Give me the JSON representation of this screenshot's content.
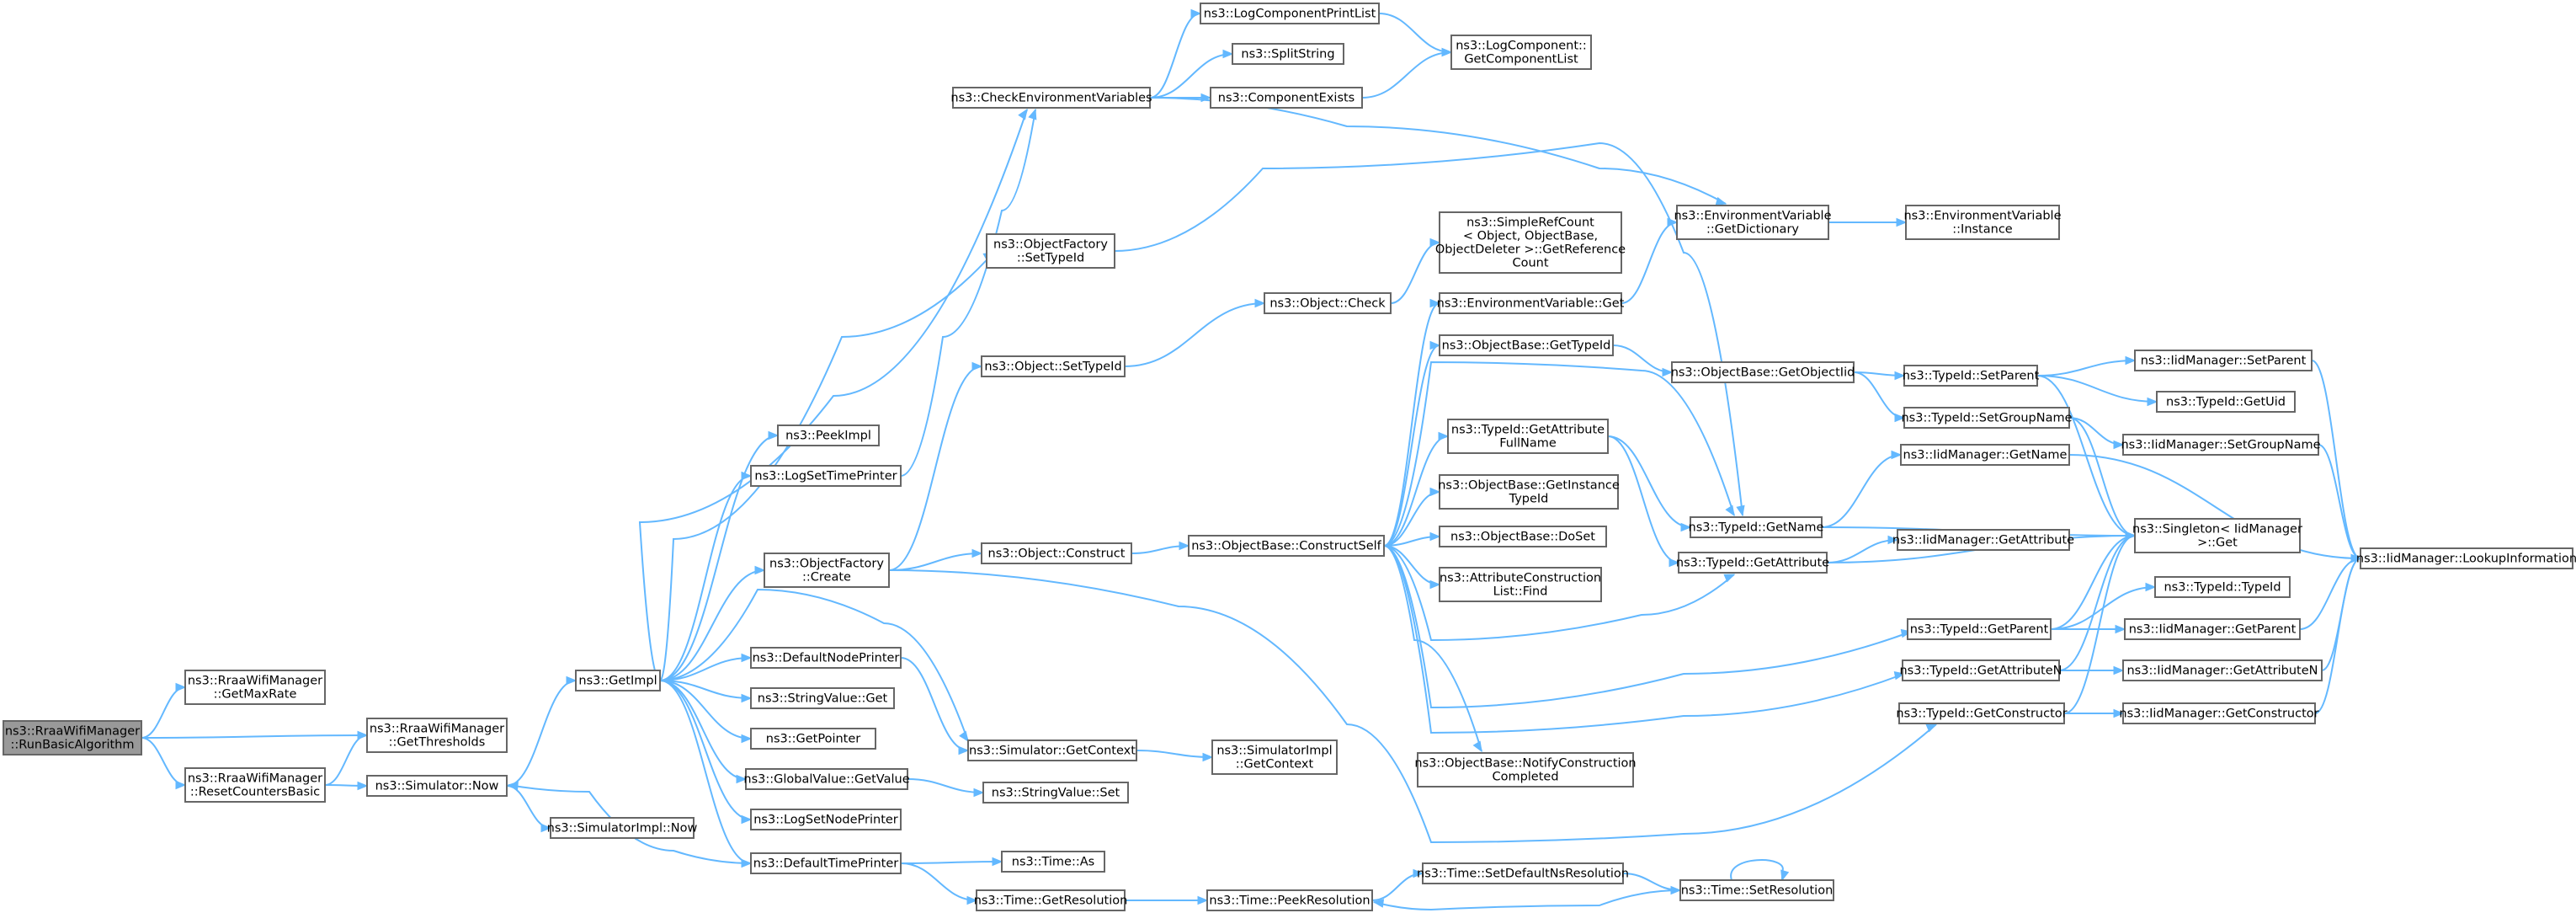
{
  "graph": {
    "nodes": [
      {
        "id": "n_run",
        "lines": [
          "ns3::RraaWifiManager",
          "::RunBasicAlgorithm"
        ],
        "root": true
      },
      {
        "id": "n_maxrate",
        "lines": [
          "ns3::RraaWifiManager",
          "::GetMaxRate"
        ]
      },
      {
        "id": "n_thresholds",
        "lines": [
          "ns3::RraaWifiManager",
          "::GetThresholds"
        ]
      },
      {
        "id": "n_reset",
        "lines": [
          "ns3::RraaWifiManager",
          "::ResetCountersBasic"
        ]
      },
      {
        "id": "n_simnow",
        "lines": [
          "ns3::Simulator::Now"
        ]
      },
      {
        "id": "n_simimplnow",
        "lines": [
          "ns3::SimulatorImpl::Now"
        ]
      },
      {
        "id": "n_getimpl",
        "lines": [
          "ns3::GetImpl"
        ]
      },
      {
        "id": "n_peekimpl",
        "lines": [
          "ns3::PeekImpl"
        ]
      },
      {
        "id": "n_logsettime",
        "lines": [
          "ns3::LogSetTimePrinter"
        ]
      },
      {
        "id": "n_ofcreate",
        "lines": [
          "ns3::ObjectFactory",
          "::Create"
        ]
      },
      {
        "id": "n_defnode",
        "lines": [
          "ns3::DefaultNodePrinter"
        ]
      },
      {
        "id": "n_strget",
        "lines": [
          "ns3::StringValue::Get"
        ]
      },
      {
        "id": "n_getptr",
        "lines": [
          "ns3::GetPointer"
        ]
      },
      {
        "id": "n_gvget",
        "lines": [
          "ns3::GlobalValue::GetValue"
        ]
      },
      {
        "id": "n_logsetnode",
        "lines": [
          "ns3::LogSetNodePrinter"
        ]
      },
      {
        "id": "n_deftime",
        "lines": [
          "ns3::DefaultTimePrinter"
        ]
      },
      {
        "id": "n_checkenv",
        "lines": [
          "ns3::CheckEnvironmentVariables"
        ]
      },
      {
        "id": "n_ofsettid",
        "lines": [
          "ns3::ObjectFactory",
          "::SetTypeId"
        ]
      },
      {
        "id": "n_objsettid",
        "lines": [
          "ns3::Object::SetTypeId"
        ]
      },
      {
        "id": "n_objconstruct",
        "lines": [
          "ns3::Object::Construct"
        ]
      },
      {
        "id": "n_simctx",
        "lines": [
          "ns3::Simulator::GetContext"
        ]
      },
      {
        "id": "n_strset",
        "lines": [
          "ns3::StringValue::Set"
        ]
      },
      {
        "id": "n_timeas",
        "lines": [
          "ns3::Time::As"
        ]
      },
      {
        "id": "n_timegetres",
        "lines": [
          "ns3::Time::GetResolution"
        ]
      },
      {
        "id": "n_logcpl",
        "lines": [
          "ns3::LogComponentPrintList"
        ]
      },
      {
        "id": "n_split",
        "lines": [
          "ns3::SplitString"
        ]
      },
      {
        "id": "n_compexists",
        "lines": [
          "ns3::ComponentExists"
        ]
      },
      {
        "id": "n_logcomplist",
        "lines": [
          "ns3::LogComponent::",
          "GetComponentList"
        ]
      },
      {
        "id": "n_objcheck",
        "lines": [
          "ns3::Object::Check"
        ]
      },
      {
        "id": "n_construct",
        "lines": [
          "ns3::ObjectBase::ConstructSelf"
        ]
      },
      {
        "id": "n_simimplctx",
        "lines": [
          "ns3::SimulatorImpl",
          "::GetContext"
        ]
      },
      {
        "id": "n_peekres",
        "lines": [
          "ns3::Time::PeekResolution"
        ]
      },
      {
        "id": "n_refcount",
        "lines": [
          "ns3::SimpleRefCount",
          "< Object, ObjectBase,",
          "ObjectDeleter >::GetReference",
          "Count"
        ]
      },
      {
        "id": "n_envget",
        "lines": [
          "ns3::EnvironmentVariable::Get"
        ]
      },
      {
        "id": "n_obgettid",
        "lines": [
          "ns3::ObjectBase::GetTypeId"
        ]
      },
      {
        "id": "n_getattrfull",
        "lines": [
          "ns3::TypeId::GetAttribute",
          "FullName"
        ]
      },
      {
        "id": "n_obinst",
        "lines": [
          "ns3::ObjectBase::GetInstance",
          "TypeId"
        ]
      },
      {
        "id": "n_obdoset",
        "lines": [
          "ns3::ObjectBase::DoSet"
        ]
      },
      {
        "id": "n_attrfind",
        "lines": [
          "ns3::AttributeConstruction",
          "List::Find"
        ]
      },
      {
        "id": "n_obnotify",
        "lines": [
          "ns3::ObjectBase::NotifyConstruction",
          "Completed"
        ]
      },
      {
        "id": "n_setdefres",
        "lines": [
          "ns3::Time::SetDefaultNsResolution"
        ]
      },
      {
        "id": "n_envdict",
        "lines": [
          "ns3::EnvironmentVariable",
          "::GetDictionary"
        ]
      },
      {
        "id": "n_obgetobjtid",
        "lines": [
          "ns3::ObjectBase::GetObjectIid"
        ]
      },
      {
        "id": "n_tidgetname",
        "lines": [
          "ns3::TypeId::GetName"
        ]
      },
      {
        "id": "n_tidgetattr",
        "lines": [
          "ns3::TypeId::GetAttribute"
        ]
      },
      {
        "id": "n_setres",
        "lines": [
          "ns3::Time::SetResolution"
        ]
      },
      {
        "id": "n_envinst",
        "lines": [
          "ns3::EnvironmentVariable",
          "::Instance"
        ]
      },
      {
        "id": "n_tidsetparent",
        "lines": [
          "ns3::TypeId::SetParent"
        ]
      },
      {
        "id": "n_tidsetgroup",
        "lines": [
          "ns3::TypeId::SetGroupName"
        ]
      },
      {
        "id": "n_iidgetname",
        "lines": [
          "ns3::IidManager::GetName"
        ]
      },
      {
        "id": "n_iidgetattr",
        "lines": [
          "ns3::IidManager::GetAttribute"
        ]
      },
      {
        "id": "n_tidgetparent",
        "lines": [
          "ns3::TypeId::GetParent"
        ]
      },
      {
        "id": "n_tidgetattrn",
        "lines": [
          "ns3::TypeId::GetAttributeN"
        ]
      },
      {
        "id": "n_tidgetctor",
        "lines": [
          "ns3::TypeId::GetConstructor"
        ]
      },
      {
        "id": "n_iidsetparent",
        "lines": [
          "ns3::IidManager::SetParent"
        ]
      },
      {
        "id": "n_tidgetuid",
        "lines": [
          "ns3::TypeId::GetUid"
        ]
      },
      {
        "id": "n_iidsetgroup",
        "lines": [
          "ns3::IidManager::SetGroupName"
        ]
      },
      {
        "id": "n_singleton",
        "lines": [
          "ns3::Singleton< IidManager",
          ">::Get"
        ]
      },
      {
        "id": "n_tidtid",
        "lines": [
          "ns3::TypeId::TypeId"
        ]
      },
      {
        "id": "n_iidgetparent",
        "lines": [
          "ns3::IidManager::GetParent"
        ]
      },
      {
        "id": "n_iidgetattrn",
        "lines": [
          "ns3::IidManager::GetAttributeN"
        ]
      },
      {
        "id": "n_iidgetctor",
        "lines": [
          "ns3::IidManager::GetConstructor"
        ]
      },
      {
        "id": "n_lookup",
        "lines": [
          "ns3::IidManager::LookupInformation"
        ]
      }
    ],
    "edges": [
      [
        "n_run",
        "n_maxrate"
      ],
      [
        "n_run",
        "n_thresholds"
      ],
      [
        "n_run",
        "n_reset"
      ],
      [
        "n_reset",
        "n_thresholds"
      ],
      [
        "n_reset",
        "n_simnow"
      ],
      [
        "n_simnow",
        "n_getimpl"
      ],
      [
        "n_simnow",
        "n_simimplnow"
      ],
      [
        "n_getimpl",
        "n_peekimpl"
      ],
      [
        "n_getimpl",
        "n_logsettime"
      ],
      [
        "n_getimpl",
        "n_ofcreate"
      ],
      [
        "n_getimpl",
        "n_defnode"
      ],
      [
        "n_getimpl",
        "n_strget"
      ],
      [
        "n_getimpl",
        "n_getptr"
      ],
      [
        "n_getimpl",
        "n_gvget"
      ],
      [
        "n_getimpl",
        "n_logsetnode"
      ],
      [
        "n_getimpl",
        "n_deftime"
      ],
      [
        "n_getimpl",
        "n_checkenv"
      ],
      [
        "n_getimpl",
        "n_ofsettid"
      ],
      [
        "n_getimpl",
        "n_simctx"
      ],
      [
        "n_logsettime",
        "n_checkenv"
      ],
      [
        "n_ofcreate",
        "n_objsettid"
      ],
      [
        "n_ofcreate",
        "n_objconstruct"
      ],
      [
        "n_ofcreate",
        "n_tidgetctor"
      ],
      [
        "n_ofsettid",
        "n_tidgetname"
      ],
      [
        "n_defnode",
        "n_simctx"
      ],
      [
        "n_gvget",
        "n_strset"
      ],
      [
        "n_deftime",
        "n_timeas"
      ],
      [
        "n_deftime",
        "n_timegetres"
      ],
      [
        "n_deftime",
        "n_simnow"
      ],
      [
        "n_checkenv",
        "n_logcpl"
      ],
      [
        "n_checkenv",
        "n_split"
      ],
      [
        "n_checkenv",
        "n_compexists"
      ],
      [
        "n_checkenv",
        "n_envdict"
      ],
      [
        "n_logcpl",
        "n_logcomplist"
      ],
      [
        "n_compexists",
        "n_logcomplist"
      ],
      [
        "n_objsettid",
        "n_objcheck"
      ],
      [
        "n_objcheck",
        "n_refcount"
      ],
      [
        "n_objconstruct",
        "n_construct"
      ],
      [
        "n_simctx",
        "n_simimplctx"
      ],
      [
        "n_timegetres",
        "n_peekres"
      ],
      [
        "n_construct",
        "n_envget"
      ],
      [
        "n_construct",
        "n_obgettid"
      ],
      [
        "n_construct",
        "n_getattrfull"
      ],
      [
        "n_construct",
        "n_obinst"
      ],
      [
        "n_construct",
        "n_obdoset"
      ],
      [
        "n_construct",
        "n_attrfind"
      ],
      [
        "n_construct",
        "n_obnotify"
      ],
      [
        "n_construct",
        "n_tidgetname"
      ],
      [
        "n_construct",
        "n_tidgetattr"
      ],
      [
        "n_construct",
        "n_tidgetparent"
      ],
      [
        "n_construct",
        "n_tidgetattrn"
      ],
      [
        "n_envget",
        "n_envdict"
      ],
      [
        "n_envdict",
        "n_envinst"
      ],
      [
        "n_obgettid",
        "n_obgetobjtid"
      ],
      [
        "n_obgetobjtid",
        "n_tidsetparent"
      ],
      [
        "n_obgetobjtid",
        "n_tidsetgroup"
      ],
      [
        "n_getattrfull",
        "n_tidgetname"
      ],
      [
        "n_getattrfull",
        "n_tidgetattr"
      ],
      [
        "n_tidgetname",
        "n_iidgetname"
      ],
      [
        "n_tidgetname",
        "n_singleton"
      ],
      [
        "n_tidgetattr",
        "n_iidgetattr"
      ],
      [
        "n_tidgetattr",
        "n_singleton"
      ],
      [
        "n_tidsetparent",
        "n_iidsetparent"
      ],
      [
        "n_tidsetparent",
        "n_tidgetuid"
      ],
      [
        "n_tidsetparent",
        "n_singleton"
      ],
      [
        "n_tidsetgroup",
        "n_iidsetgroup"
      ],
      [
        "n_tidsetgroup",
        "n_singleton"
      ],
      [
        "n_iidgetname",
        "n_lookup"
      ],
      [
        "n_iidsetparent",
        "n_lookup"
      ],
      [
        "n_iidsetgroup",
        "n_lookup"
      ],
      [
        "n_tidgetparent",
        "n_tidtid"
      ],
      [
        "n_tidgetparent",
        "n_iidgetparent"
      ],
      [
        "n_tidgetparent",
        "n_singleton"
      ],
      [
        "n_tidgetattrn",
        "n_iidgetattrn"
      ],
      [
        "n_tidgetattrn",
        "n_singleton"
      ],
      [
        "n_tidgetctor",
        "n_iidgetctor"
      ],
      [
        "n_tidgetctor",
        "n_singleton"
      ],
      [
        "n_iidgetparent",
        "n_lookup"
      ],
      [
        "n_iidgetattrn",
        "n_lookup"
      ],
      [
        "n_iidgetctor",
        "n_lookup"
      ],
      [
        "n_peekres",
        "n_setdefres"
      ],
      [
        "n_setdefres",
        "n_setres"
      ],
      [
        "n_setres",
        "n_peekres"
      ],
      [
        "n_setres",
        "n_setres"
      ]
    ]
  }
}
